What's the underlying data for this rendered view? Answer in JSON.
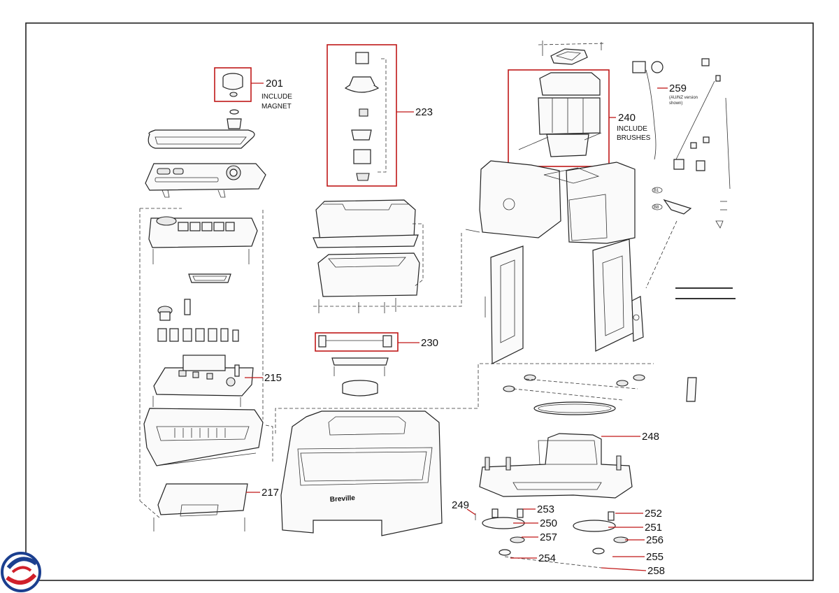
{
  "diagram": {
    "callouts": [
      {
        "id": "201",
        "number": "201",
        "note": [
          "INCLUDE",
          "MAGNET"
        ]
      },
      {
        "id": "223",
        "number": "223",
        "note": []
      },
      {
        "id": "240",
        "number": "240",
        "note": [
          "INCLUDE",
          "BRUSHES"
        ]
      },
      {
        "id": "259",
        "number": "259",
        "note": [
          "(AU/NZ version",
          "shown)"
        ]
      },
      {
        "id": "230",
        "number": "230",
        "note": []
      },
      {
        "id": "215",
        "number": "215",
        "note": []
      },
      {
        "id": "248",
        "number": "248",
        "note": []
      },
      {
        "id": "217",
        "number": "217",
        "note": []
      },
      {
        "id": "249",
        "number": "249",
        "note": []
      },
      {
        "id": "253",
        "number": "253",
        "note": []
      },
      {
        "id": "252",
        "number": "252",
        "note": []
      },
      {
        "id": "250",
        "number": "250",
        "note": []
      },
      {
        "id": "251",
        "number": "251",
        "note": []
      },
      {
        "id": "257",
        "number": "257",
        "note": []
      },
      {
        "id": "256",
        "number": "256",
        "note": []
      },
      {
        "id": "254",
        "number": "254",
        "note": []
      },
      {
        "id": "255",
        "number": "255",
        "note": []
      },
      {
        "id": "258",
        "number": "258",
        "note": []
      }
    ],
    "markers": [
      "B1",
      "B8"
    ],
    "brand_text": "Breville",
    "colors": {
      "callout_red": "#c01818",
      "line": "#222222",
      "logo_blue": "#1b3f8f",
      "logo_red": "#d0202a"
    }
  }
}
